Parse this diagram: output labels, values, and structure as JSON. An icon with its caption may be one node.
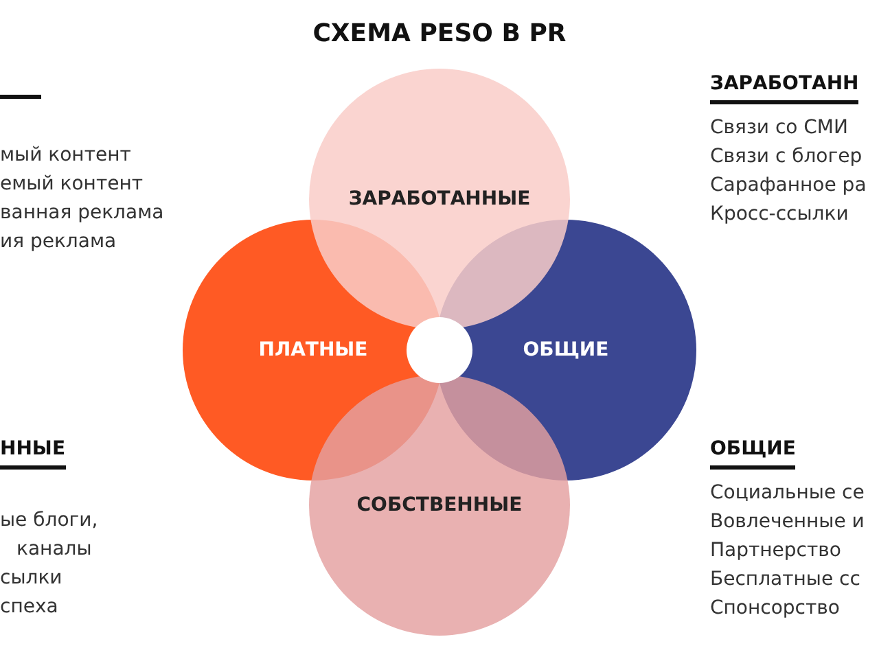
{
  "diagram": {
    "title": "СХЕМА PESO В PR",
    "nodes": [
      {
        "text": [
          "ЗАРАБОТАННЫЕ"
        ]
      },
      {
        "text": [
          "ПЛАТНЫЕ"
        ]
      },
      {
        "text": [
          "ОБЩИЕ"
        ]
      },
      {
        "text": [
          "СОБСТВЕННЫЕ"
        ]
      },
      {
        "text": [],
        "shape": "circle"
      }
    ],
    "edges": [],
    "labels": [
      "мый контент",
      "емый контент",
      "ванная реклама",
      "ия реклама",
      "ЗАРАБОТАНН",
      "Связи со СМИ",
      "Связи с блогер",
      "Сарафанное ра",
      "Кросс-ссылки",
      "ННЫЕ",
      "ые блоги,",
      "каналы",
      "сылки",
      "спеха",
      "ОБЩИЕ",
      "Социальные се",
      "Вовлеченные и",
      "Партнерство",
      "Бесплатные сс",
      "Спонсорство"
    ]
  }
}
